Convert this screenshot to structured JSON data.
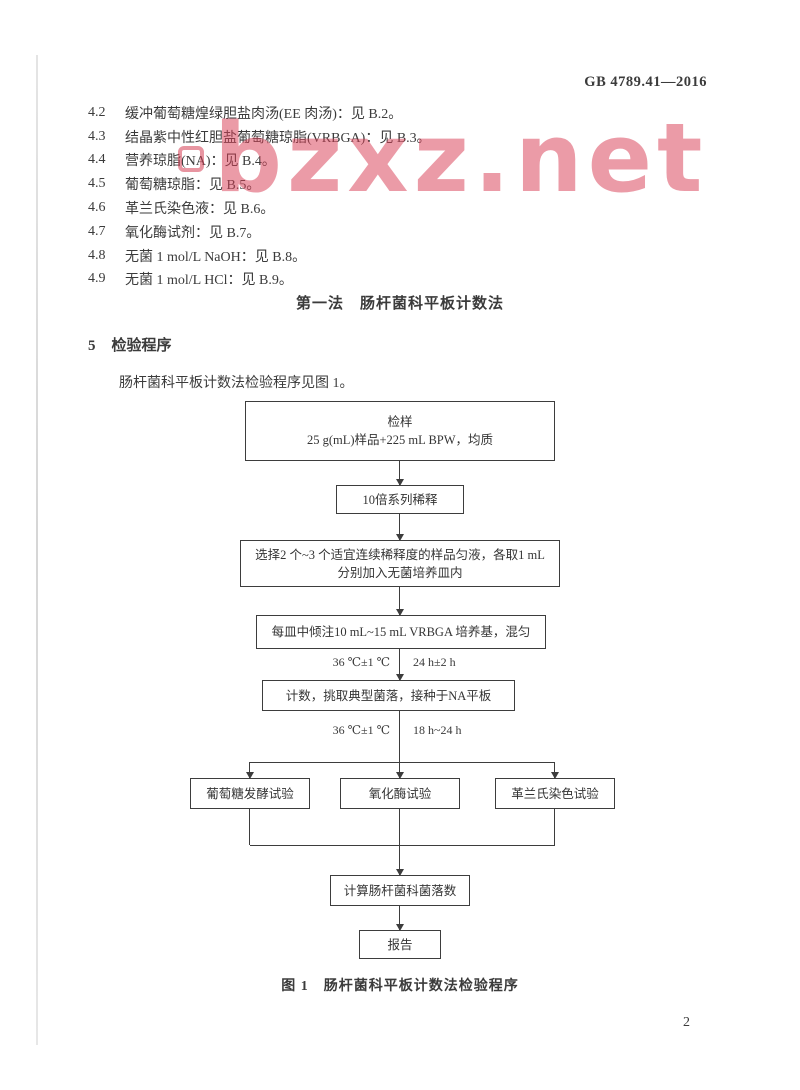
{
  "header": {
    "doc_number": "GB 4789.41—2016"
  },
  "watermark": {
    "text": "bzxz.net"
  },
  "reagents": [
    {
      "num": "4.2",
      "text": "缓冲葡萄糖煌绿胆盐肉汤(EE 肉汤)：见 B.2。"
    },
    {
      "num": "4.3",
      "text": "结晶紫中性红胆盐葡萄糖琼脂(VRBGA)：见 B.3。"
    },
    {
      "num": "4.4",
      "text": "营养琼脂(NA)：见 B.4。"
    },
    {
      "num": "4.5",
      "text": "葡萄糖琼脂：见 B.5。"
    },
    {
      "num": "4.6",
      "text": "革兰氏染色液：见 B.6。"
    },
    {
      "num": "4.7",
      "text": "氧化酶试剂：见 B.7。"
    },
    {
      "num": "4.8",
      "text": "无菌 1 mol/L NaOH：见 B.8。"
    },
    {
      "num": "4.9",
      "text": "无菌 1 mol/L HCl：见 B.9。"
    }
  ],
  "method_title": "第一法　肠杆菌科平板计数法",
  "clause5": {
    "num": "5",
    "title": "检验程序"
  },
  "intro": "肠杆菌科平板计数法检验程序见图 1。",
  "flowchart": {
    "sample_line1": "检样",
    "sample_line2": "25 g(mL)样品+225 mL BPW，均质",
    "dilution": "10倍系列稀释",
    "select_line1": "选择2 个~3 个适宜连续稀释度的样品匀液，各取1 mL",
    "select_line2": "分别加入无菌培养皿内",
    "pour": "每皿中倾注10 mL~15 mL VRBGA 培养基，混匀",
    "incubate1_temp": "36 ℃±1 ℃",
    "incubate1_time": "24 h±2 h",
    "count_pick": "计数，挑取典型菌落，接种于NA平板",
    "incubate2_temp": "36 ℃±1 ℃",
    "incubate2_time": "18 h~24 h",
    "test_glucose": "葡萄糖发酵试验",
    "test_oxidase": "氧化酶试验",
    "test_gram": "革兰氏染色试验",
    "calculate": "计算肠杆菌科菌落数",
    "report": "报告"
  },
  "figure_caption": "图 1　肠杆菌科平板计数法检验程序",
  "footer": {
    "page_number": "2"
  }
}
